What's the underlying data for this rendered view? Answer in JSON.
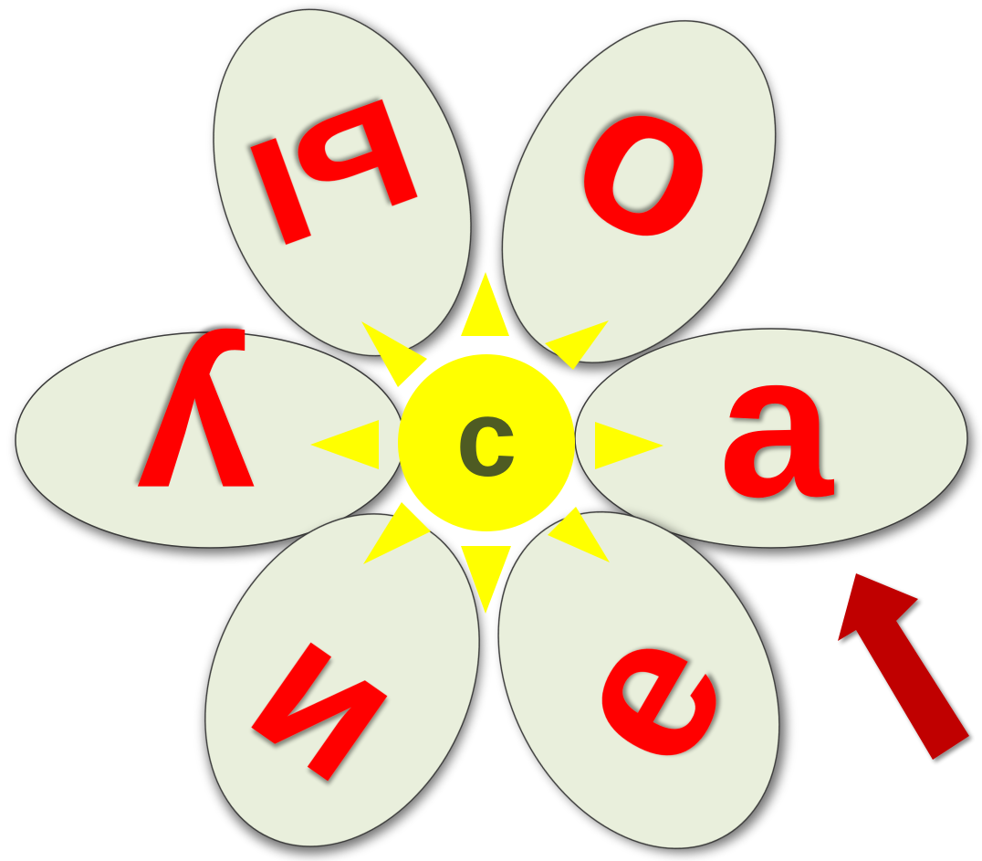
{
  "diagram": {
    "center": {
      "letter": "с",
      "fill_color": "#ffff00",
      "text_color": "#4e5b23"
    },
    "petals": [
      {
        "id": "top-left",
        "letter": "ы"
      },
      {
        "id": "top-right",
        "letter": "о"
      },
      {
        "id": "right",
        "letter": "а"
      },
      {
        "id": "bottom-right",
        "letter": "е"
      },
      {
        "id": "bottom-left",
        "letter": "и"
      },
      {
        "id": "left",
        "letter": "у"
      }
    ],
    "petal_fill_color": "#e9efdc",
    "petal_stroke_color": "#3a3a3a",
    "letter_color": "#ff0000",
    "ray_color": "#ffff00",
    "arrow": {
      "icon": "arrow-up-left-icon",
      "color": "#c00000"
    }
  }
}
